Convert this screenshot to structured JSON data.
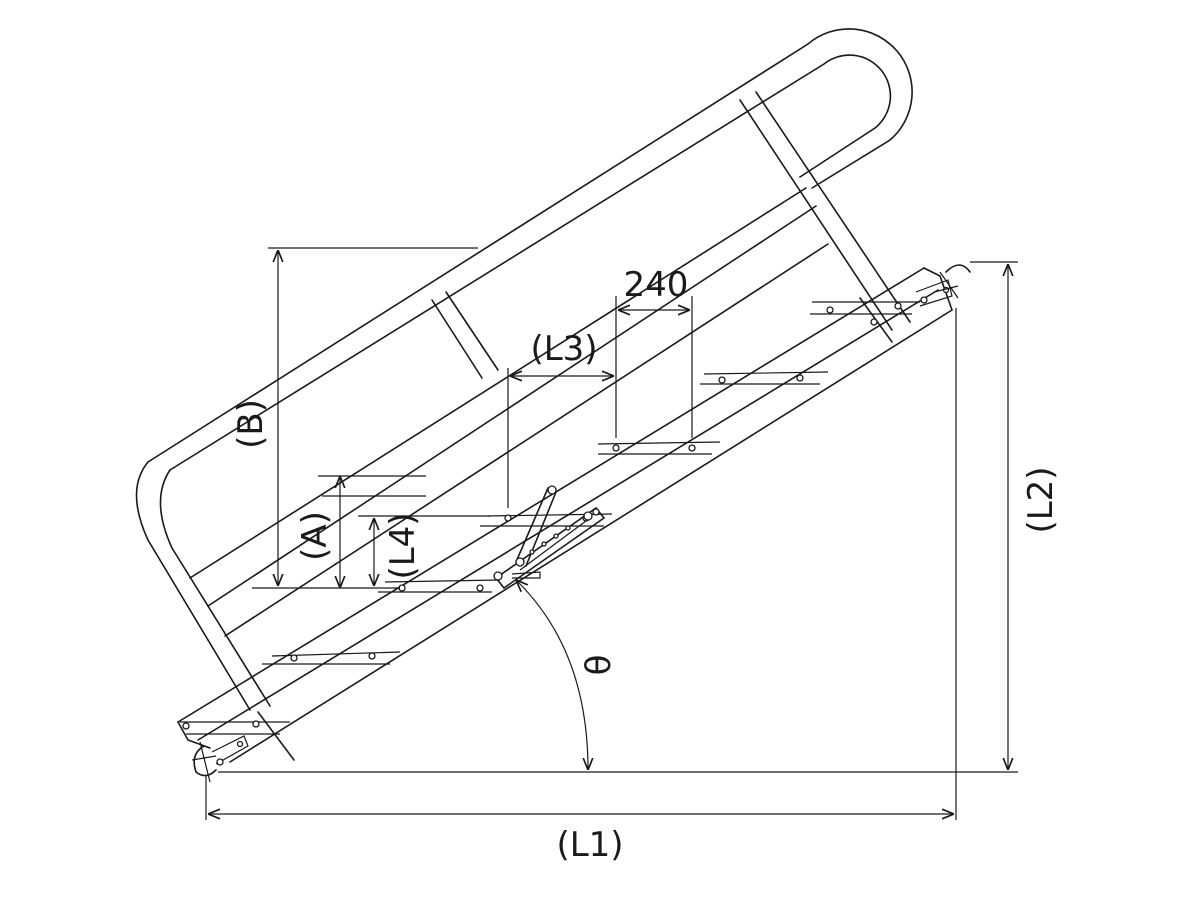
{
  "labels": {
    "B": "(B)",
    "A": "(A)",
    "L4": "(L4)",
    "L3": "(L3)",
    "dim_240": "240",
    "L2": "(L2)",
    "L1": "(L1)",
    "theta": "θ"
  },
  "colors": {
    "ink": "#1a1a1a",
    "background": "#ffffff"
  }
}
